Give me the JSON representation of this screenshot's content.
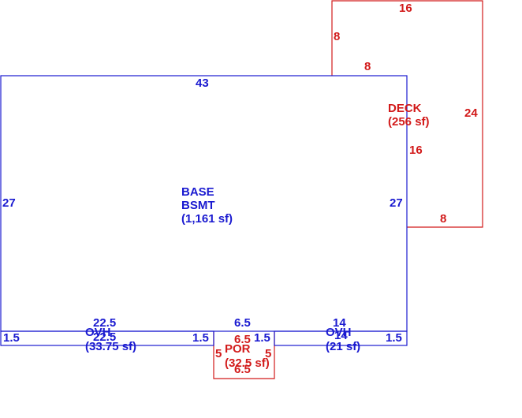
{
  "colors": {
    "base": "#1a1ad0",
    "addition": "#d21a1a"
  },
  "areas": {
    "base": {
      "line1": "BASE",
      "line2": "BSMT",
      "line3": "(1,161 sf)"
    },
    "deck": {
      "line1": "DECK",
      "line2": "(256 sf)"
    },
    "por": {
      "line1": "POR",
      "line2": "(32.5 sf)"
    },
    "ovh_left": {
      "line1": "OVH",
      "line2": "(33.75 sf)"
    },
    "ovh_right": {
      "line1": "OVH",
      "line2": "(21 sf)"
    }
  },
  "dimensions": {
    "base_top": "43",
    "base_left": "27",
    "base_right": "27",
    "deck_top": "16",
    "deck_left_upper": "8",
    "deck_step": "8",
    "deck_right": "24",
    "deck_inner": "16",
    "deck_bottom": "8",
    "ovh_left_top": "22.5",
    "ovh_left_bottom": "22.5",
    "ovh_left_left": "1.5",
    "ovh_left_right": "1.5",
    "por_top_outer": "6.5",
    "por_top_inner": "6.5",
    "por_left": "5",
    "por_right": "5",
    "por_bottom": "6.5",
    "ovh_right_left": "1.5",
    "ovh_right_top": "14",
    "ovh_right_bottom": "14",
    "ovh_right_right": "1.5"
  }
}
